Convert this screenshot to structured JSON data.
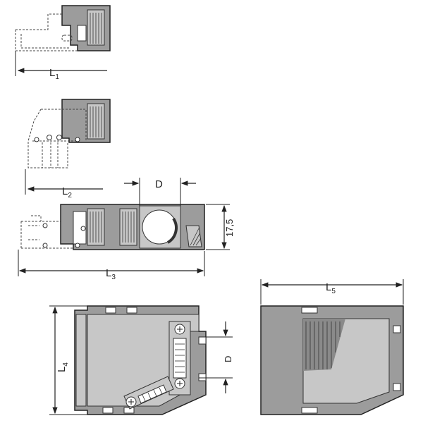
{
  "dimensions": {
    "l1": {
      "letter": "L",
      "index": "1"
    },
    "l2": {
      "letter": "L",
      "index": "2"
    },
    "l3": {
      "letter": "L",
      "index": "3"
    },
    "l4": {
      "letter": "L",
      "index": "4"
    },
    "l5": {
      "letter": "L",
      "index": "5"
    },
    "d_top": "D",
    "d_side": "D",
    "height": "17,5"
  },
  "colors": {
    "housing": "#9c9c9c",
    "inner": "#c7c7c7",
    "lines": "#222222"
  }
}
